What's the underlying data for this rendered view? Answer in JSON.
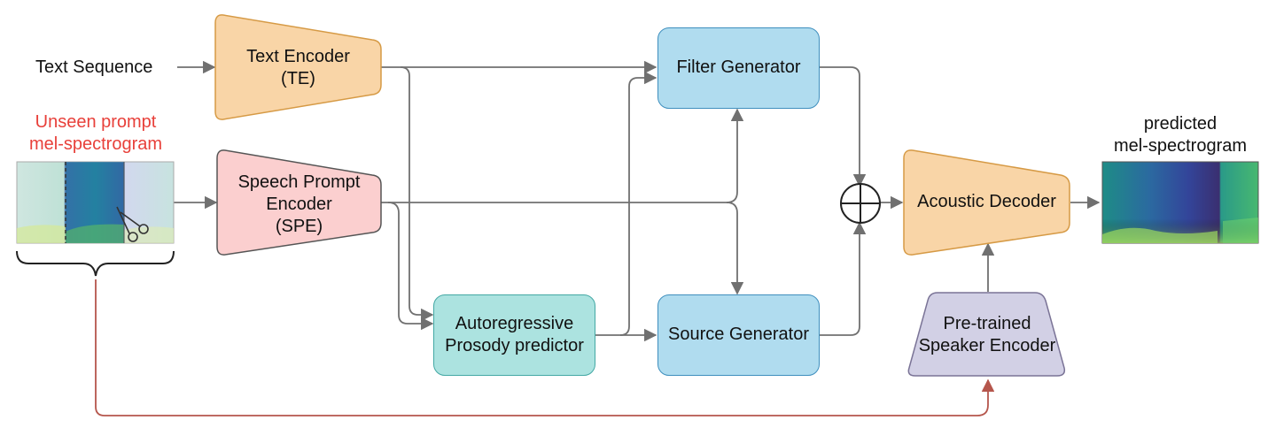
{
  "input_text_label": "Text Sequence",
  "prompt_label": {
    "line1": "Unseen prompt",
    "line2": "mel-spectrogram",
    "color": "#e8403a"
  },
  "output_label": {
    "line1": "predicted",
    "line2": "mel-spectrogram"
  },
  "blocks": {
    "text_encoder": {
      "line1": "Text Encoder",
      "line2": "(TE)",
      "fill": "#f9d5a7",
      "stroke": "#d69a45"
    },
    "speech_prompt_encoder": {
      "line1": "Speech Prompt",
      "line2": "Encoder",
      "line3": "(SPE)",
      "fill": "#fbcfcf",
      "stroke": "#555555"
    },
    "filter_generator": {
      "label": "Filter Generator",
      "fill": "#b0dcef"
    },
    "source_generator": {
      "label": "Source Generator",
      "fill": "#b0dcef"
    },
    "prosody_predictor": {
      "line1": "Autoregressive",
      "line2": "Prosody predictor",
      "fill": "#ace3e0"
    },
    "acoustic_decoder": {
      "label": "Acoustic Decoder",
      "fill": "#f9d5a7",
      "stroke": "#d69a45"
    },
    "speaker_encoder": {
      "line1": "Pre-trained",
      "line2": "Speaker Encoder",
      "fill": "#d2d0e5",
      "stroke": "#7a7396"
    }
  },
  "operators": {
    "sum": "⊕"
  },
  "colors": {
    "arrow": "#707070",
    "speaker_path": "#b5564c"
  }
}
